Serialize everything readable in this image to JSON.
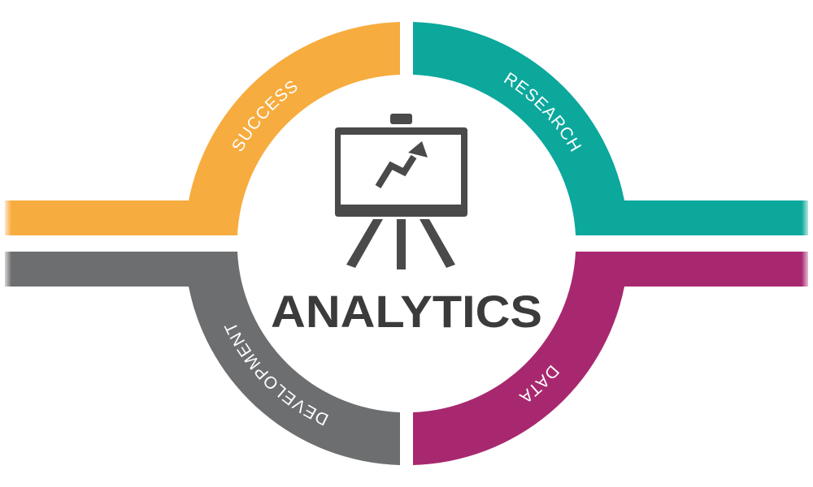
{
  "title": "ANALYTICS",
  "segments": [
    {
      "label": "SUCCESS",
      "color": "#F7AC3F"
    },
    {
      "label": "RESEARCH",
      "color": "#0CA89C"
    },
    {
      "label": "DATA",
      "color": "#A8286F"
    },
    {
      "label": "DEVELOPMENT",
      "color": "#6D6E70"
    }
  ],
  "icon": {
    "name": "presentation-easel-chart-icon",
    "color": "#4a4a4a"
  }
}
